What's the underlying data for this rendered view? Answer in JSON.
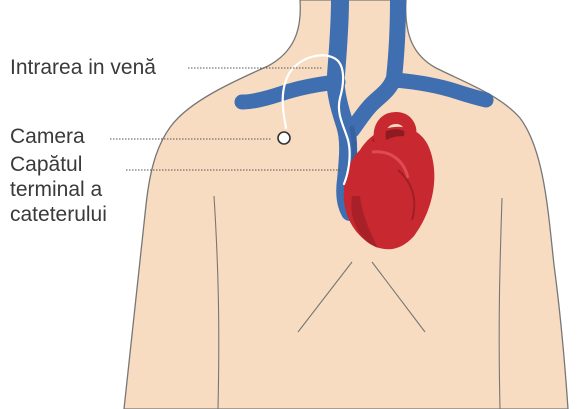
{
  "labels": {
    "vein_entry": "Intrarea in venă",
    "camera": "Camera",
    "catheter_tip": [
      "Capătul",
      "terminal a",
      "cateterului"
    ]
  },
  "colors": {
    "skin": "#f7dcc2",
    "skin_outline": "#777777",
    "vein": "#3f6fb0",
    "vein_dark": "#2d5591",
    "heart": "#c8282f",
    "heart_dark": "#8e1b22",
    "heart_light": "#e6535a",
    "catheter": "#ffffff",
    "leader_line": "#555555",
    "text": "#3a3a3a"
  }
}
